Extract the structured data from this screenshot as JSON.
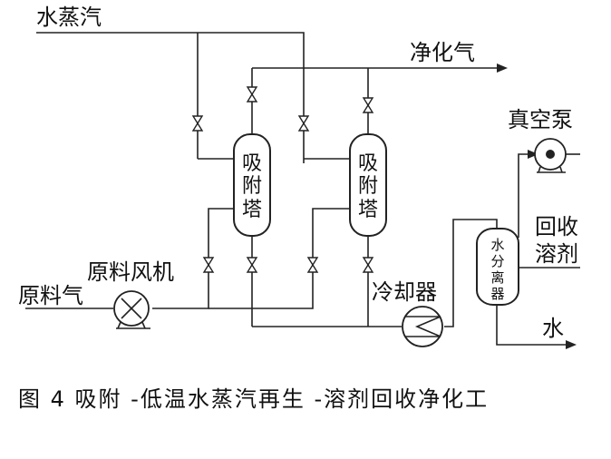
{
  "labels": {
    "steam": "水蒸汽",
    "clean_gas": "净化气",
    "tower1": [
      "吸",
      "附",
      "塔"
    ],
    "tower2": [
      "吸",
      "附",
      "塔"
    ],
    "vacuum_pump": "真空泵",
    "recovered_solvent_line1": "回收",
    "recovered_solvent_line2": "溶剂",
    "water_separator": [
      "水",
      "分",
      "离",
      "器"
    ],
    "condenser": "冷却器",
    "water": "水",
    "feed_fan": "原料风机",
    "feed_gas": "原料气"
  },
  "caption": "图 4 吸附 -低温水蒸汽再生 -溶剂回收净化工"
}
